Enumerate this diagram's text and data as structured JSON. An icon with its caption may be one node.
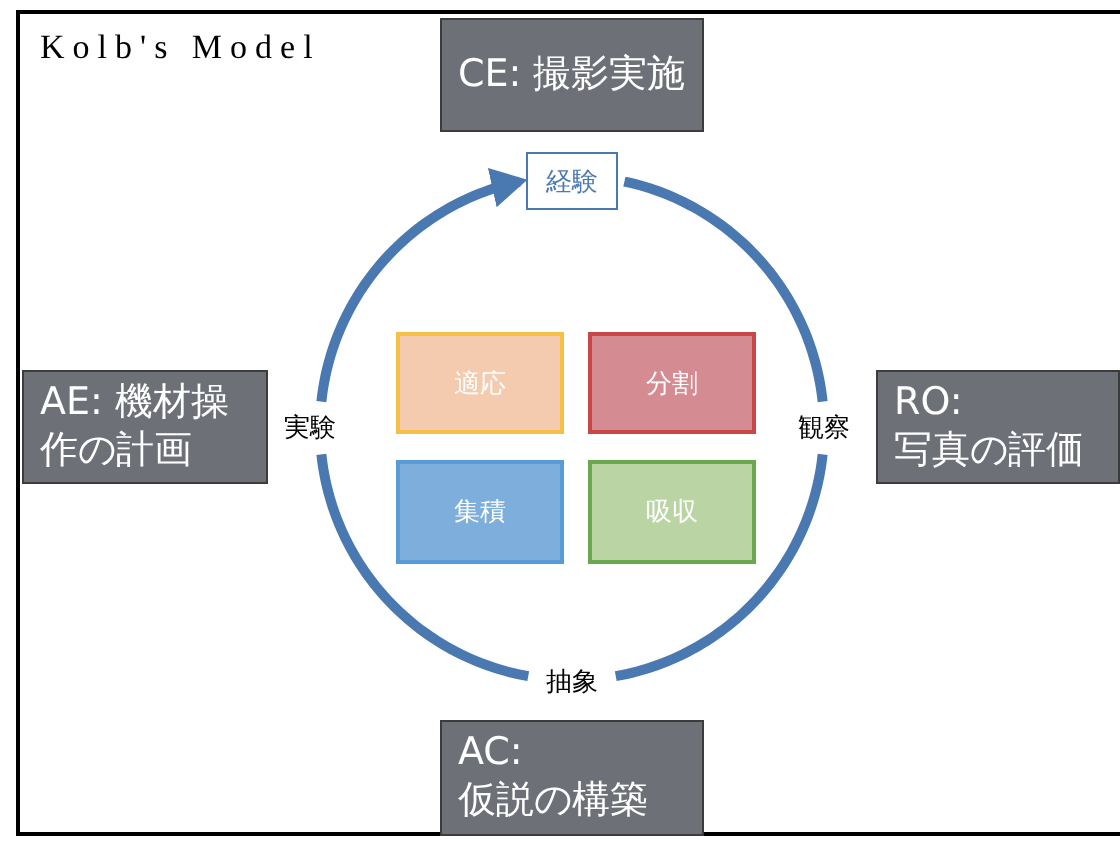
{
  "diagram": {
    "title": "Kolb's Model",
    "nodes": [
      {
        "text": [
          "CE: 撮影実施"
        ]
      },
      {
        "text": [
          "経験"
        ]
      },
      {
        "text": [
          "AE: 機材操作の計画"
        ]
      },
      {
        "text": [
          "実験"
        ]
      },
      {
        "text": [
          "適応"
        ]
      },
      {
        "text": [
          "分割"
        ]
      },
      {
        "text": [
          "観察"
        ]
      },
      {
        "text": [
          "RO: 写真の評価"
        ]
      },
      {
        "text": [
          "集積"
        ]
      },
      {
        "text": [
          "吸収"
        ]
      },
      {
        "text": [
          "抽象"
        ]
      },
      {
        "text": [
          "AC: 仮説の構築"
        ]
      }
    ],
    "edges": [
      {
        "from": 3,
        "to": 1,
        "arrow": "to"
      },
      {
        "from": 1,
        "to": 6,
        "arrow": "none"
      },
      {
        "from": 6,
        "to": 10,
        "arrow": "none"
      },
      {
        "from": 10,
        "to": 3,
        "arrow": "none"
      }
    ]
  }
}
